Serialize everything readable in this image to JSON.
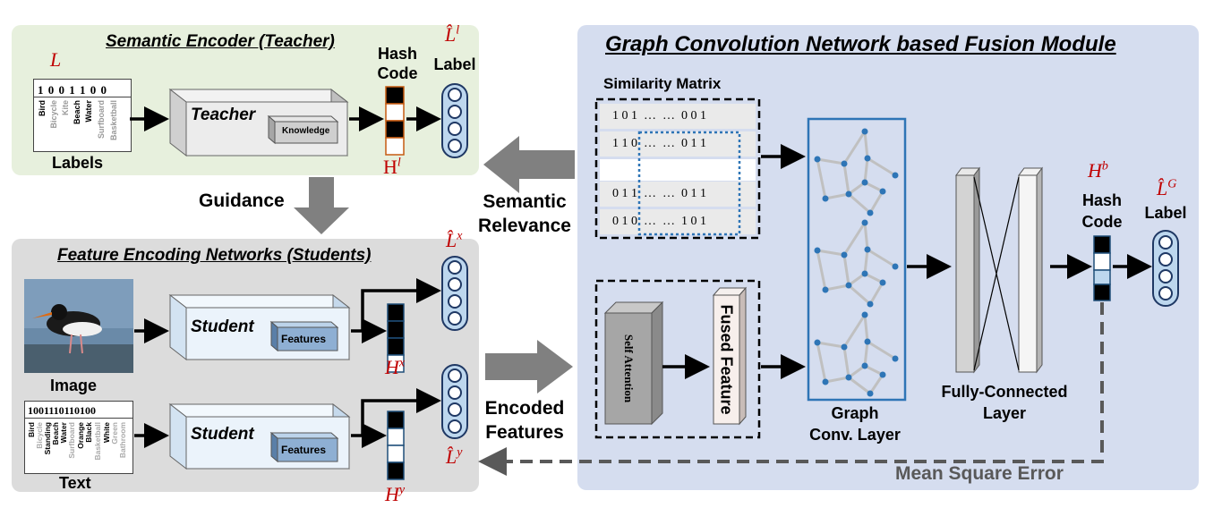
{
  "teacher_panel": {
    "title": "Semantic Encoder (Teacher)",
    "label_symbol": "L",
    "label_grid_bits": "1 0 0 1 1 0 0",
    "label_words": [
      "Bird",
      "Bicycle",
      "Kite",
      "Beach",
      "Water",
      "Surfboard",
      "Basketball"
    ],
    "labels_caption": "Labels",
    "teacher_label": "Teacher",
    "knowledge_label": "Knowledge",
    "hash_code_line1": "Hash",
    "hash_code_line2": "Code",
    "hash_symbol": "H",
    "hash_sup": "l",
    "label_title": "Label",
    "pred_label_symbol": "L̂",
    "pred_label_sup": "l"
  },
  "guidance_text": "Guidance",
  "semantic_relevance": {
    "line1": "Semantic",
    "line2": "Relevance"
  },
  "encoded_features": {
    "line1": "Encoded",
    "line2": "Features"
  },
  "student_panel": {
    "title": "Feature Encoding Networks (Students)",
    "image_caption": "Image",
    "text_caption": "Text",
    "text_bits": "1001110110100",
    "text_words": [
      "Bird",
      "Bicycle",
      "Standing",
      "Beach",
      "Water",
      "Surfboard",
      "Orange",
      "Black",
      "Basketball",
      "White",
      "Green",
      "Bathroom"
    ],
    "student_label": "Student",
    "features_label": "Features",
    "hx_symbol": "H",
    "hx_sup": "x",
    "hy_symbol": "H",
    "hy_sup": "y",
    "lx_symbol": "L̂",
    "lx_sup": "x",
    "ly_symbol": "L̂",
    "ly_sup": "y"
  },
  "fusion_panel": {
    "title": "Graph Convolution Network based Fusion Module",
    "similarity_title": "Similarity Matrix",
    "matrix_rows": [
      "1 0 1  …  …  0 0 1",
      "1 1 0  …  …  0 1 1",
      "",
      "0 1 1  …  …  0 1 1",
      "0 1 0  …  …  1 0 1"
    ],
    "self_attention": "Self Attention",
    "fused_feature": "Fused Feature",
    "graph_caption_line1": "Graph",
    "graph_caption_line2": "Conv. Layer",
    "fc_caption_line1": "Fully-Connected",
    "fc_caption_line2": "Layer",
    "hb_symbol": "H",
    "hb_sup": "b",
    "hash_code_line1": "Hash",
    "hash_code_line2": "Code",
    "lg_symbol": "L̂",
    "lg_sup": "G",
    "label_title": "Label"
  },
  "mse_text": "Mean Square Error",
  "colors": {
    "teacher_bg": "#e6f0dc",
    "student_bg": "#dcdcdc",
    "fusion_bg": "#d6deef",
    "dark_blue_node": "#2e75b6",
    "brown_hash": "#c55a11",
    "red_symbol": "#c00000",
    "gray_arrow": "#808080"
  }
}
